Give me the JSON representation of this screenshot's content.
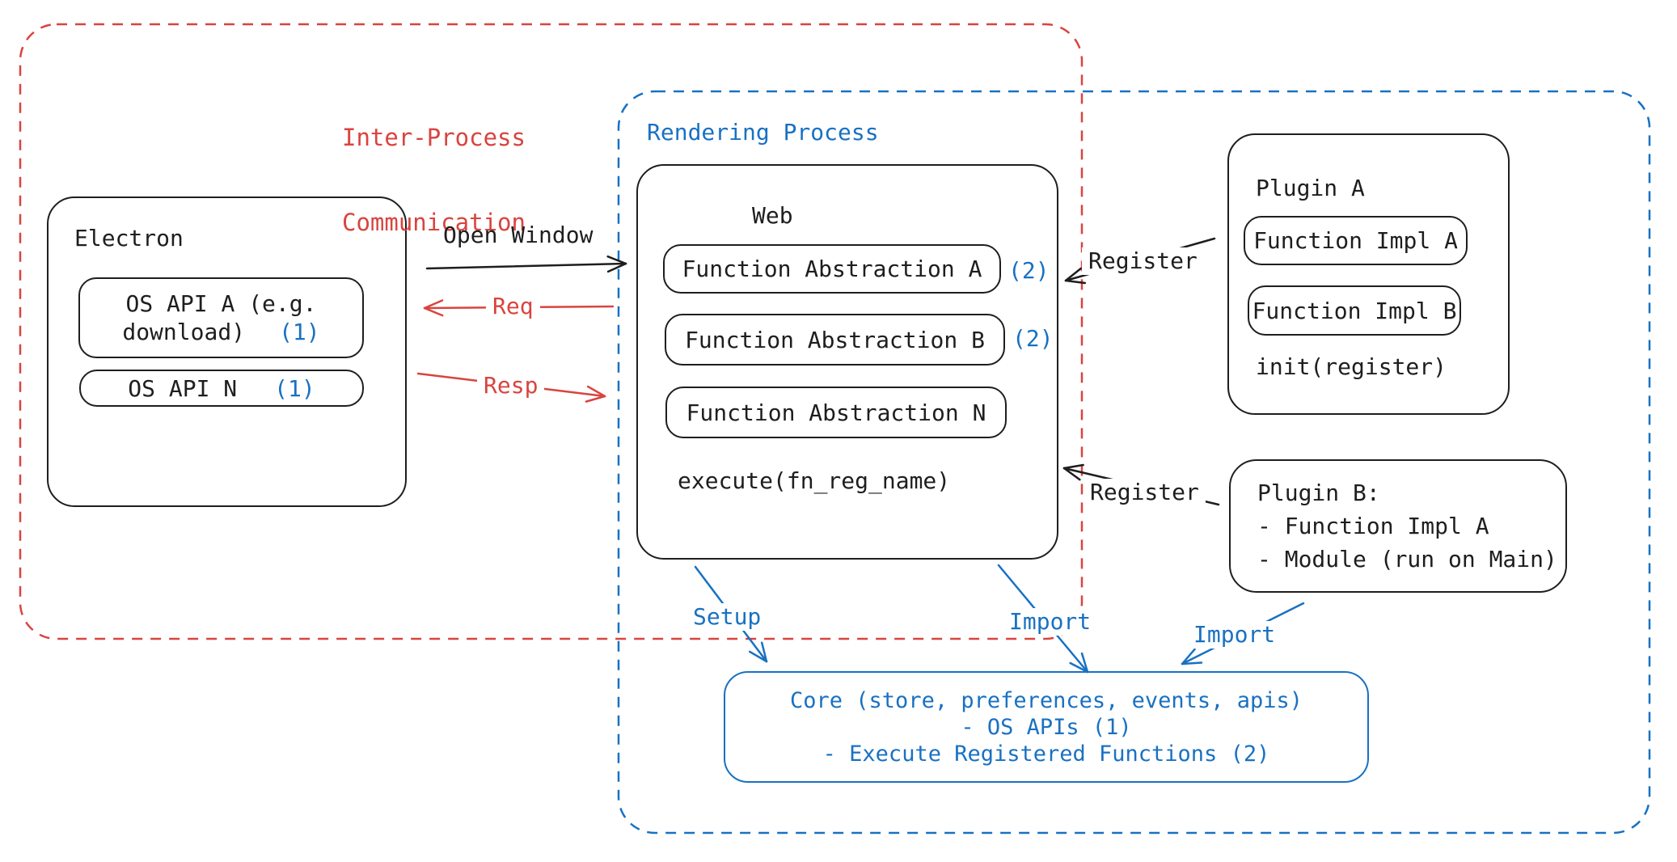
{
  "colors": {
    "red": "#d9443f",
    "blue": "#1971c2",
    "ink": "#1e1e1e"
  },
  "ipc_region": {
    "label_line1": "Inter-Process",
    "label_line2": "Communication"
  },
  "rendering_region": {
    "label": "Rendering Process"
  },
  "electron": {
    "title": "Electron",
    "os_api_a": {
      "line1": "OS API A (e.g.",
      "line2": "download)",
      "badge": "(1)"
    },
    "os_api_n": {
      "label": "OS API N",
      "badge": "(1)"
    }
  },
  "arrows": {
    "open_window": "Open Window",
    "req": "Req",
    "resp": "Resp",
    "register_a": "Register",
    "register_b": "Register",
    "setup": "Setup",
    "import_web": "Import",
    "import_plugin": "Import"
  },
  "web": {
    "title": "Web",
    "abstractions": [
      {
        "label": "Function Abstraction A",
        "badge": "(2)"
      },
      {
        "label": "Function Abstraction B",
        "badge": "(2)"
      },
      {
        "label": "Function Abstraction N",
        "badge": ""
      }
    ],
    "footer": "execute(fn_reg_name)"
  },
  "plugin_a": {
    "title": "Plugin A",
    "impls": [
      "Function Impl A",
      "Function Impl B"
    ],
    "footer": "init(register)"
  },
  "plugin_b": {
    "lines": [
      "Plugin B:",
      "- Function Impl A",
      "- Module (run on Main)"
    ]
  },
  "core": {
    "lines": [
      "Core (store, preferences, events, apis)",
      "- OS APIs (1)",
      "- Execute Registered Functions (2)"
    ]
  }
}
